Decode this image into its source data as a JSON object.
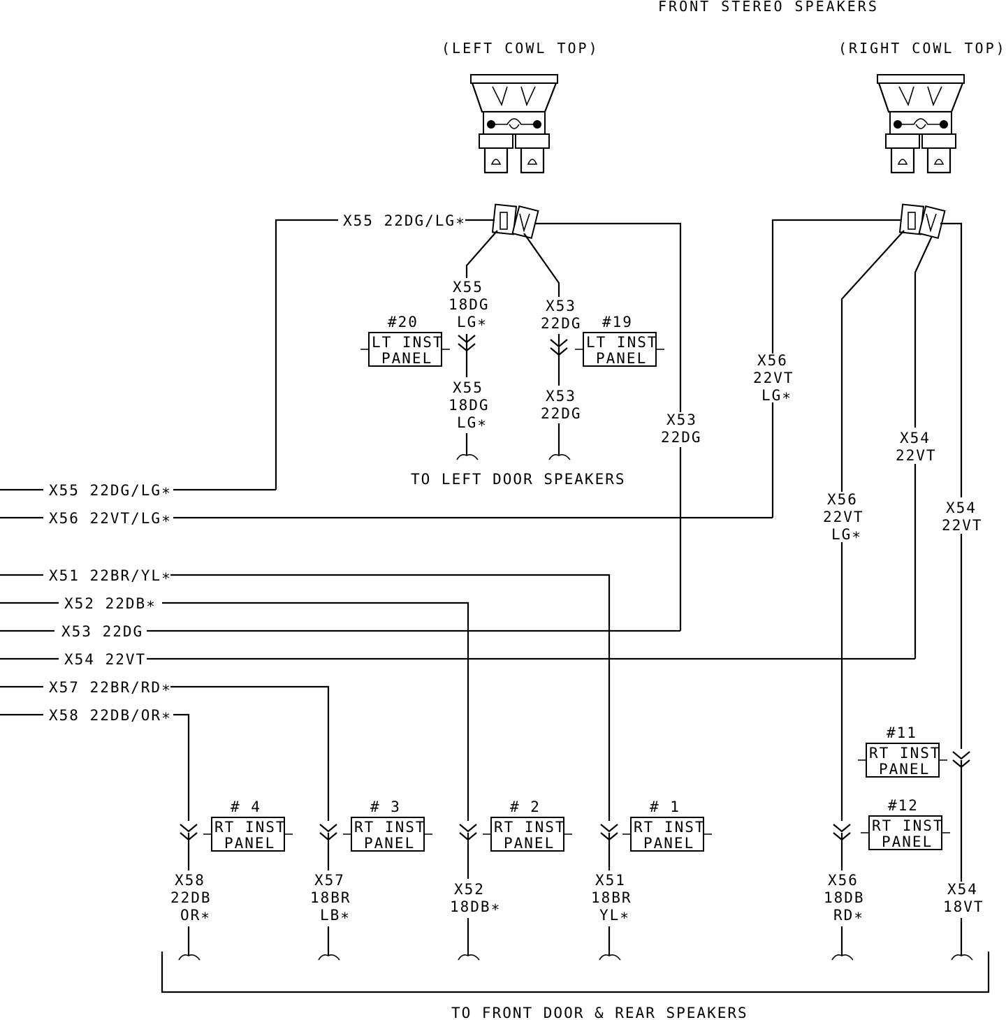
{
  "header": {
    "title": "FRONT STEREO SPEAKERS",
    "left_location": "(LEFT COWL TOP)",
    "right_location": "(RIGHT COWL TOP)"
  },
  "left_bus": [
    "X55 22DG/LG∗",
    "X56 22VT/LG∗",
    "X51 22BR/YL∗",
    "X52 22DB∗",
    "X53 22DG",
    "X54 22VT",
    "X57 22BR/RD∗",
    "X58 22DB/OR∗"
  ],
  "top": {
    "x55_wire": "X55 22DG/LG∗",
    "x55_a": [
      "X55",
      "18DG",
      "LG∗"
    ],
    "x55_b": [
      "X55",
      "18DG",
      "LG∗"
    ],
    "x53_a": [
      "X53",
      "22DG"
    ],
    "x53_b": [
      "X53",
      "22DG"
    ],
    "x53_c": [
      "X53",
      "22DG"
    ],
    "x56_a": [
      "X56",
      "22VT",
      "LG∗"
    ],
    "x56_b": [
      "X56",
      "22VT",
      "LG∗"
    ],
    "x54_a": [
      "X54",
      "22VT"
    ],
    "x54_b": [
      "X54",
      "22VT"
    ]
  },
  "connectors": [
    {
      "num": "#20",
      "l1": "LT INST",
      "l2": "PANEL"
    },
    {
      "num": "#19",
      "l1": "LT INST",
      "l2": "PANEL"
    },
    {
      "num": "#11",
      "l1": "RT INST",
      "l2": "PANEL"
    },
    {
      "num": "#12",
      "l1": "RT INST",
      "l2": "PANEL"
    },
    {
      "num": "# 4",
      "l1": "RT INST",
      "l2": "PANEL"
    },
    {
      "num": "# 3",
      "l1": "RT INST",
      "l2": "PANEL"
    },
    {
      "num": "# 2",
      "l1": "RT INST",
      "l2": "PANEL"
    },
    {
      "num": "# 1",
      "l1": "RT INST",
      "l2": "PANEL"
    }
  ],
  "bottom_wires": [
    [
      "X58",
      "22DB",
      "OR∗"
    ],
    [
      "X57",
      "18BR",
      "LB∗"
    ],
    [
      "X52",
      "18DB∗"
    ],
    [
      "X51",
      "18BR",
      "YL∗"
    ],
    [
      "X56",
      "18DB",
      "RD∗"
    ],
    [
      "X54",
      "18VT"
    ]
  ],
  "destinations": {
    "left_door": "TO LEFT DOOR SPEAKERS",
    "front_rear": "TO FRONT DOOR & REAR SPEAKERS"
  }
}
